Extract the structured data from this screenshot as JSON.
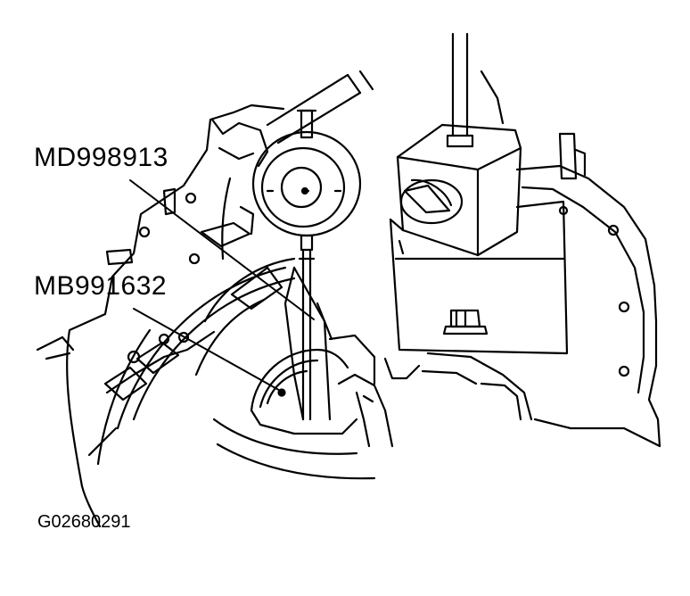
{
  "callouts": {
    "dial_gauge": "MD998913",
    "gauge_base": "MB991632"
  },
  "figure_id": "G02680291",
  "colors": {
    "ink": "#000000",
    "paper": "#ffffff"
  }
}
